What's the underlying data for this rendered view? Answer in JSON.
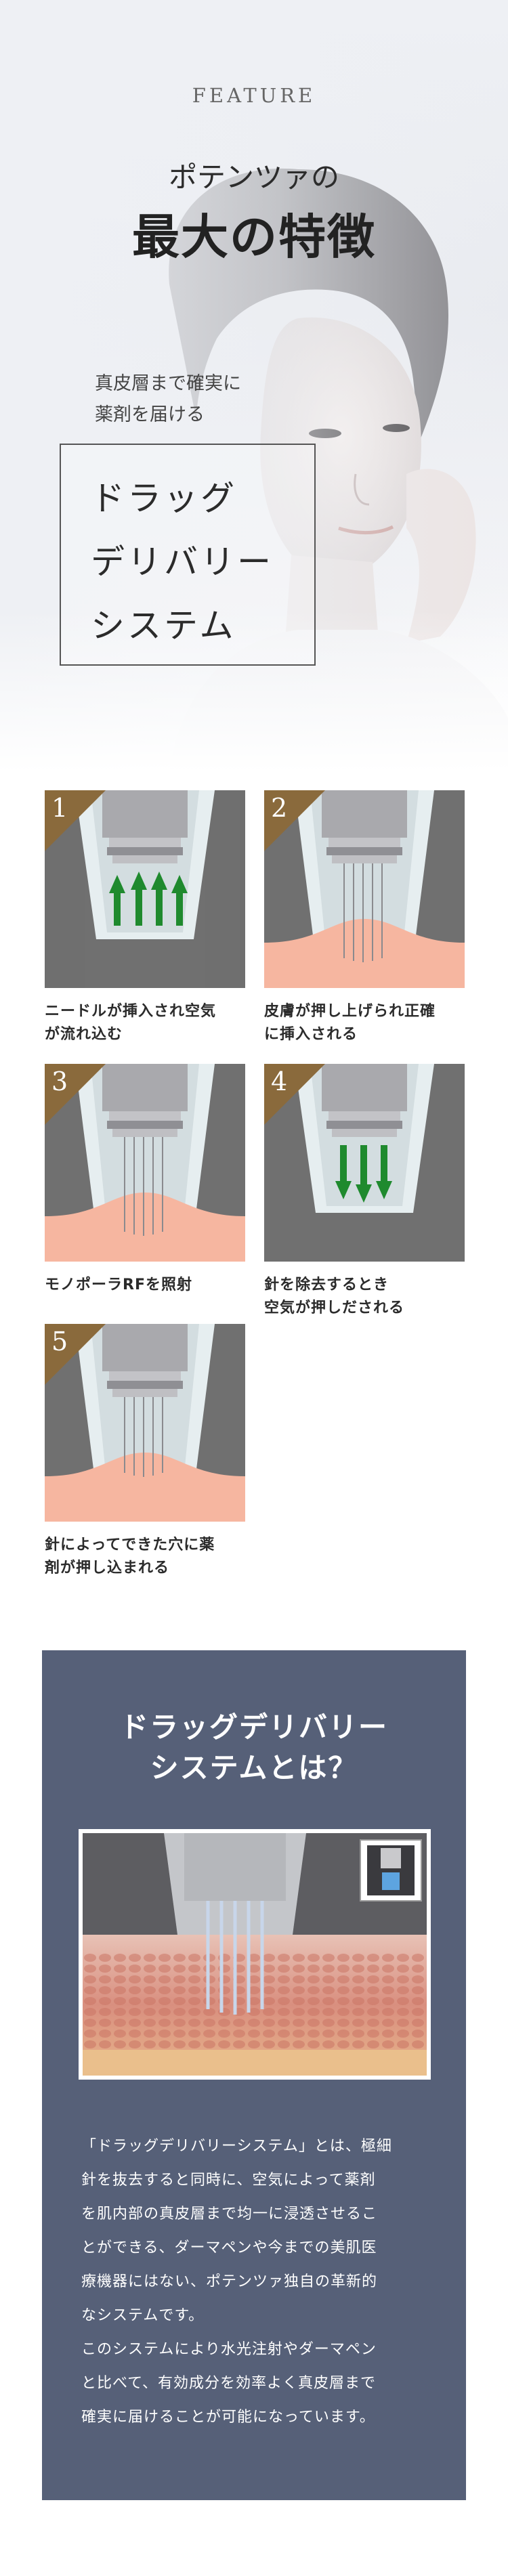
{
  "hero": {
    "label": "FEATURE",
    "subtitle": "ポテンツァの",
    "title": "最大の特徴",
    "lead_lines": [
      "真皮層まで確実に",
      "薬剤を届ける"
    ],
    "box_lines": [
      "ドラッグ",
      "デリバリー",
      "システム"
    ]
  },
  "steps": [
    {
      "number": "1",
      "caption_lines": [
        "ニードルが挿入され空気",
        "が流れ込む"
      ]
    },
    {
      "number": "2",
      "caption_lines": [
        "皮膚が押し上げられ正確",
        "に挿入される"
      ]
    },
    {
      "number": "3",
      "caption_lines": [
        "モノポーラRFを照射"
      ]
    },
    {
      "number": "4",
      "caption_lines": [
        "針を除去するとき",
        "空気が押しだされる"
      ]
    },
    {
      "number": "5",
      "caption_lines": [
        "針によってできた穴に薬",
        "剤が押し込まれる"
      ]
    }
  ],
  "dds": {
    "title_lines": [
      "ドラッグデリバリー",
      "システムとは？"
    ],
    "paragraph1_lines": [
      "「ドラッグデリバリーシステム」とは、極細",
      "針を抜去すると同時に、空気によって薬剤",
      "を肌内部の真皮層まで均一に浸透させるこ",
      "とができる、ダーマペンや今までの美肌医",
      "療機器にはない、ポテンツァ独自の革新的",
      "なシステムです。"
    ],
    "paragraph2_lines": [
      "このシステムにより水光注射やダーマペン",
      "と比べて、有効成分を効率よく真皮層まで",
      "確実に届けることが可能になっています。"
    ]
  },
  "colors": {
    "step_badge": "#8a6a3c",
    "arrow_green": "#1f8a2e",
    "dds_bg": "#566078",
    "skin": "#f6b6a0"
  }
}
